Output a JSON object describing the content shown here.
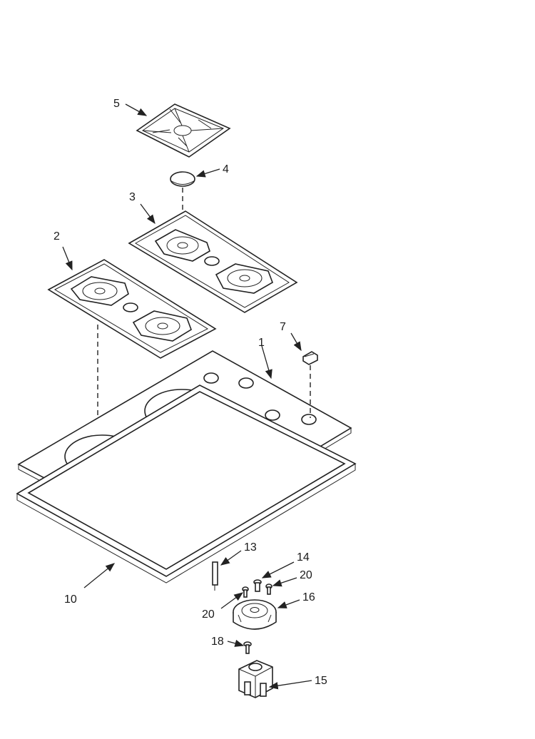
{
  "diagram": {
    "callouts": {
      "c1": "1",
      "c2": "2",
      "c3": "3",
      "c4": "4",
      "c5": "5",
      "c7": "7",
      "c10": "10",
      "c13": "13",
      "c14": "14",
      "c15": "15",
      "c16": "16",
      "c18": "18",
      "c20a": "20",
      "c20b": "20"
    }
  }
}
